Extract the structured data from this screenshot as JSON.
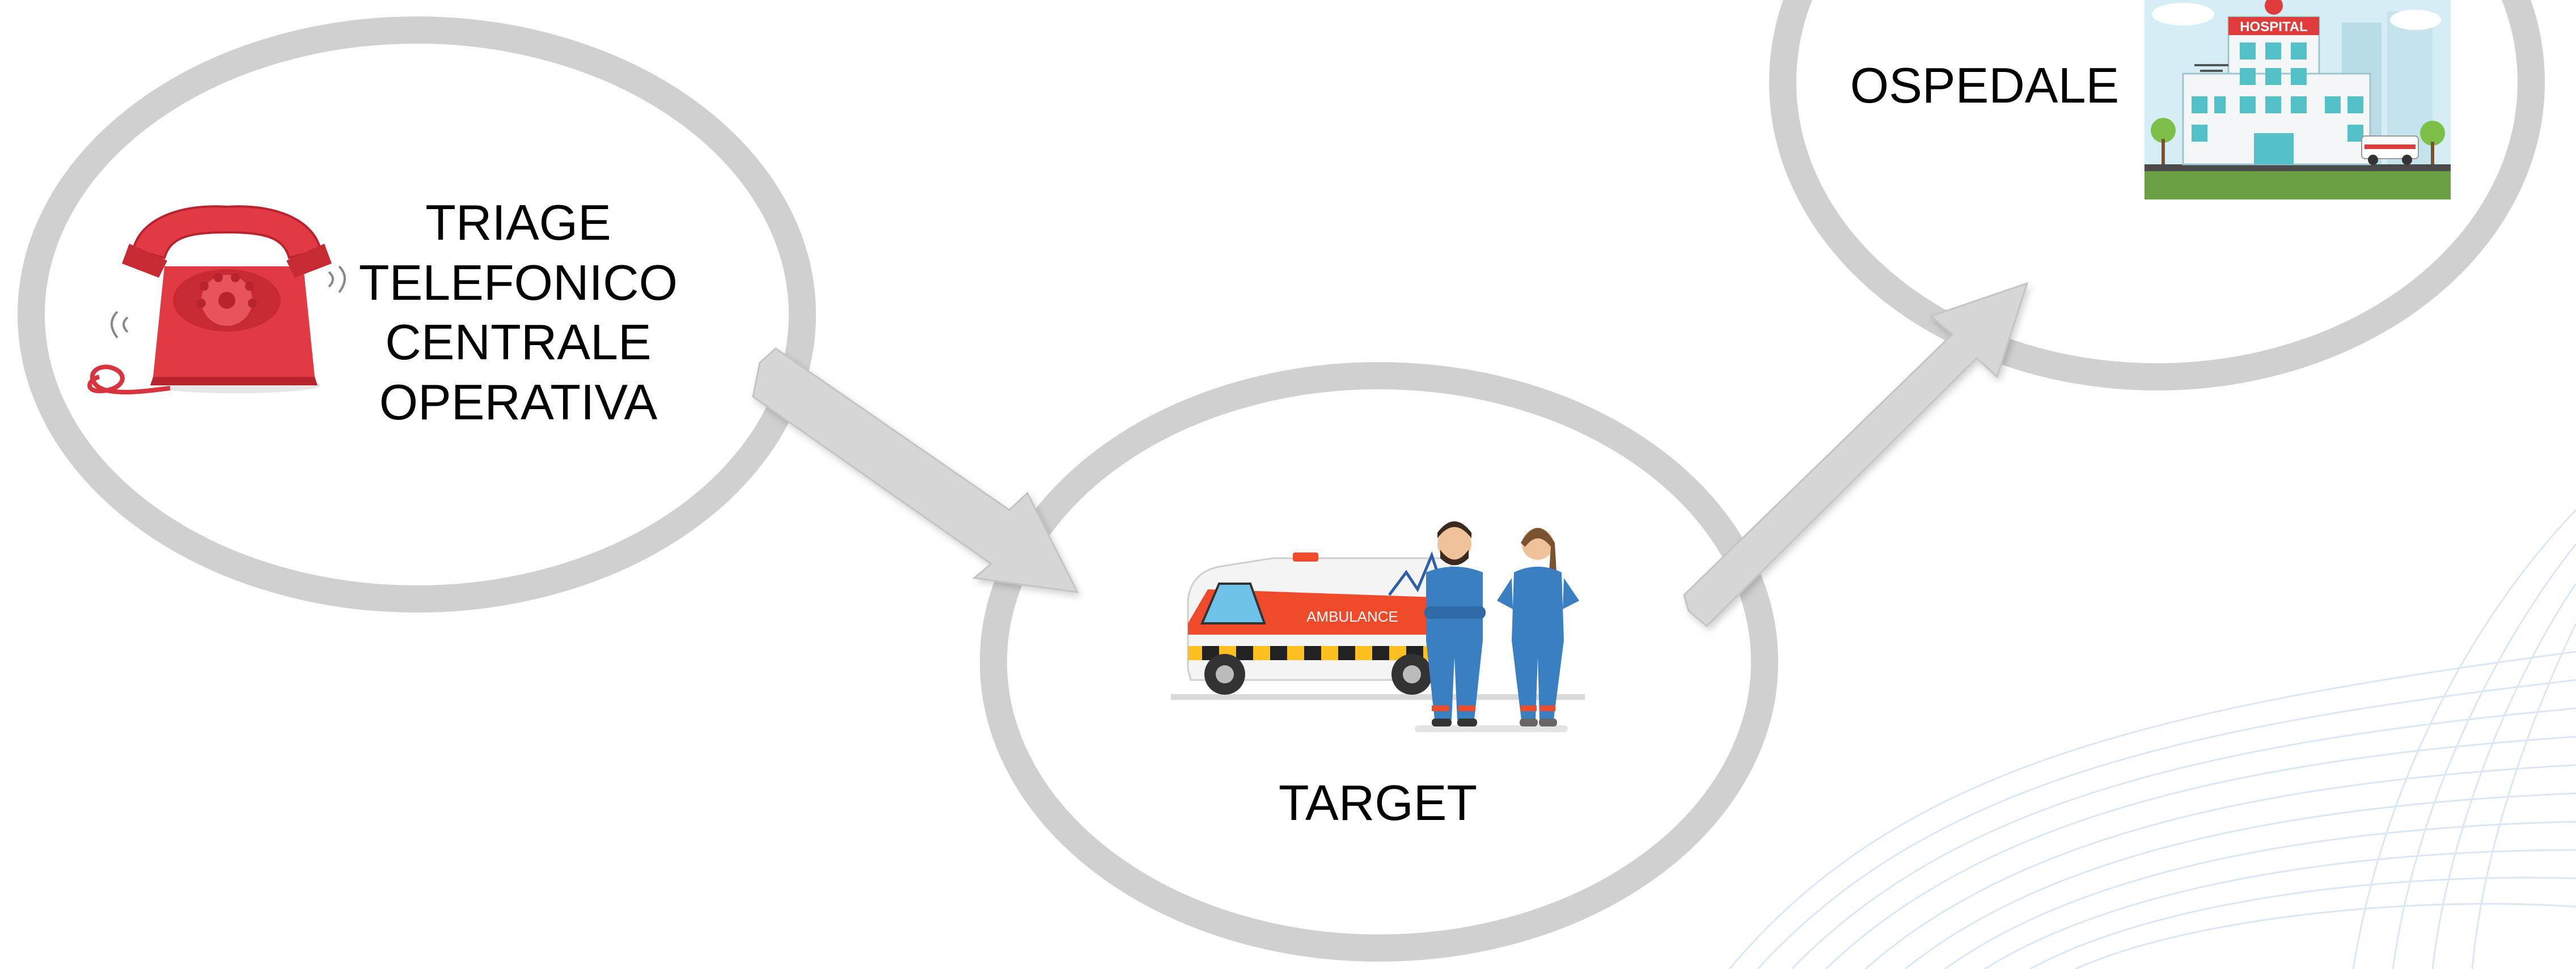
{
  "nodes": {
    "triage": {
      "lines": [
        "TRIAGE",
        "TELEFONICO",
        "CENTRALE",
        "OPERATIVA"
      ],
      "icon": "red-rotary-telephone-icon"
    },
    "target": {
      "label": "TARGET",
      "icon": "ambulance-with-paramedics-illustration"
    },
    "ospedale": {
      "label": "OSPEDALE",
      "icon": "hospital-building-illustration",
      "sign_text": "HOSPITAL"
    }
  },
  "ambulance_text": "AMBULANCE",
  "colors": {
    "ellipse": "#d0d0d0",
    "arrow": "#d6d6d6",
    "phone_red": "#e23a43",
    "uniform_blue": "#3a7fc2",
    "hospital_teal": "#54c0c8",
    "grass": "#6aa043"
  }
}
